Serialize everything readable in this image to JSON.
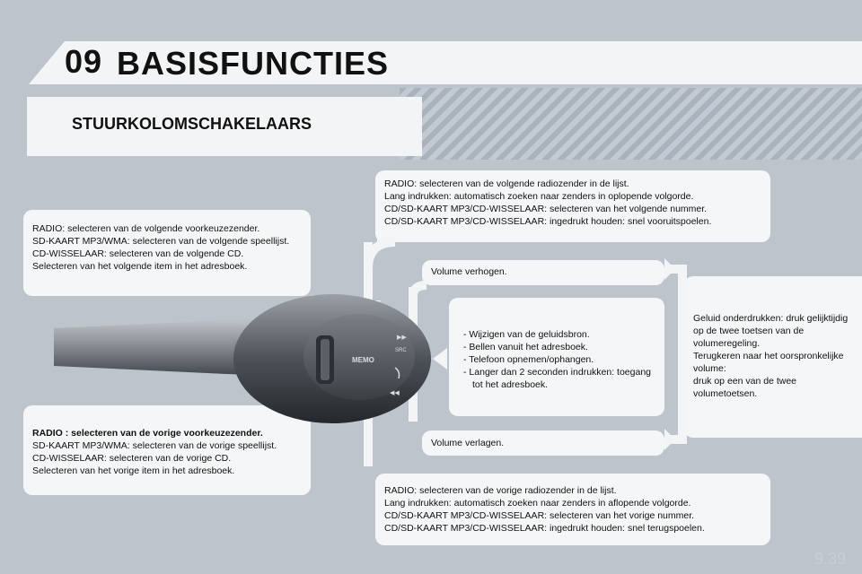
{
  "header": {
    "chapter_number": "09",
    "chapter_title": "BASISFUNCTIES"
  },
  "section": {
    "title": "STUURKOLOMSCHAKELAARS"
  },
  "boxes": {
    "top_right": [
      "RADIO: selecteren van de volgende radiozender in de lijst.",
      "Lang indrukken: automatisch zoeken naar zenders in oplopende volgorde.",
      "CD/SD-KAART MP3/CD-WISSELAAR: selecteren van het volgende nummer.",
      "CD/SD-KAART MP3/CD-WISSELAAR: ingedrukt houden: snel vooruitspoelen."
    ],
    "top_left": [
      "RADIO: selecteren van de volgende voorkeuzezender.",
      "SD-KAART MP3/WMA: selecteren van de volgende speellijst.",
      "CD-WISSELAAR: selecteren van de volgende CD.",
      "Selecteren van het volgende item in het adresboek."
    ],
    "volume_up": "Volume verhogen.",
    "middle_list": [
      "Wijzigen van de geluidsbron.",
      "Bellen vanuit het adresboek.",
      "Telefoon opnemen/ophangen.",
      "Langer dan 2 seconden indrukken: toegang tot het adresboek."
    ],
    "right": [
      "Geluid onderdrukken: druk gelijktijdig op de twee toetsen van de volumeregeling.",
      "Terugkeren naar het oorspronkelijke volume:",
      "druk op een van de twee volumetoetsen."
    ],
    "volume_down": "Volume verlagen.",
    "bottom_left": [
      "RADIO : selecteren van de vorige voorkeuzezender.",
      "SD-KAART MP3/WMA: selecteren van de vorige speellijst.",
      "CD-WISSELAAR: selecteren van de vorige CD.",
      "Selecteren van het vorige item in het adresboek."
    ],
    "bottom_right": [
      "RADIO: selecteren van de vorige radiozender in de lijst.",
      "Lang indrukken: automatisch zoeken naar zenders in aflopende volgorde.",
      "CD/SD-KAART MP3/CD-WISSELAAR: selecteren van het vorige nummer.",
      "CD/SD-KAART MP3/CD-WISSELAAR: ingedrukt houden: snel terugspoelen."
    ]
  },
  "switch_labels": {
    "memo": "MEMO",
    "src": "SRC",
    "fwd": "▶▶",
    "rew": "◀◀"
  },
  "page_number": "9.39",
  "colors": {
    "background": "#bdc4cc",
    "panel": "#f5f6f7",
    "arrow": "#f2f4f6"
  }
}
